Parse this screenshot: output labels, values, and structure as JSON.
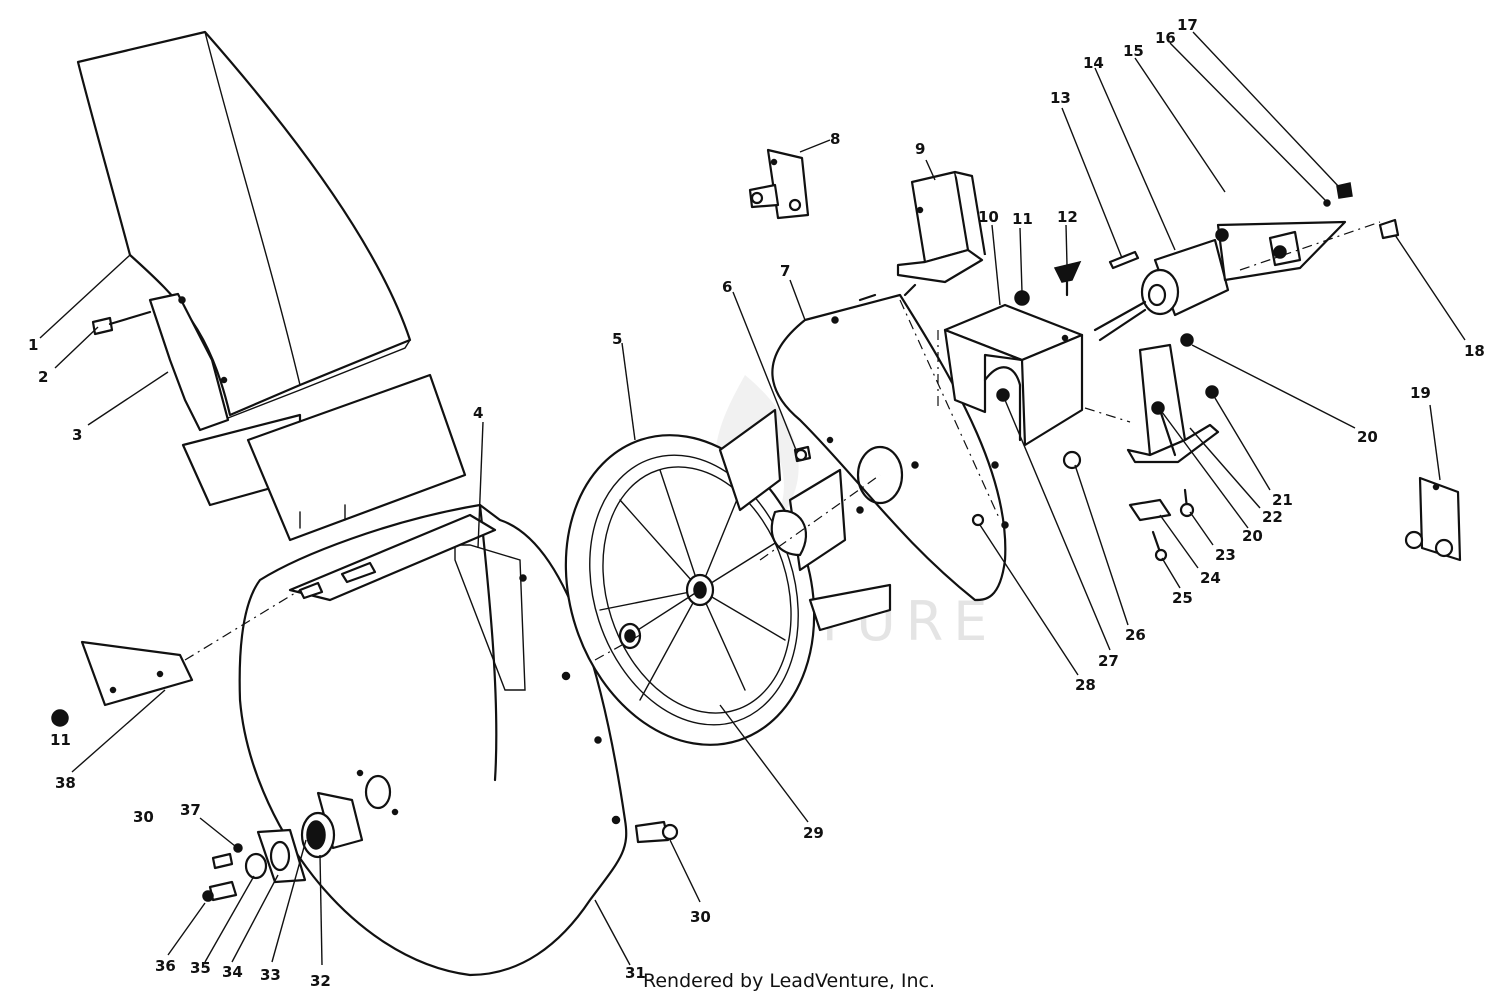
{
  "watermark": "LEADVENTURE",
  "footer": "Rendered by LeadVenture, Inc.",
  "callouts": {
    "c1": "1",
    "c2": "2",
    "c3": "3",
    "c4": "4",
    "c5": "5",
    "c6": "6",
    "c7": "7",
    "c8": "8",
    "c9": "9",
    "c10": "10",
    "c11a": "11",
    "c11b": "11",
    "c12": "12",
    "c13": "13",
    "c14": "14",
    "c15": "15",
    "c16": "16",
    "c17": "17",
    "c18": "18",
    "c19": "19",
    "c20a": "20",
    "c20b": "20",
    "c21": "21",
    "c22": "22",
    "c23": "23",
    "c24": "24",
    "c25": "25",
    "c26": "26",
    "c27": "27",
    "c28": "28",
    "c29": "29",
    "c30a": "30",
    "c30b": "30",
    "c31": "31",
    "c32": "32",
    "c33": "33",
    "c34": "34",
    "c35": "35",
    "c36": "36",
    "c37": "37",
    "c38": "38"
  }
}
